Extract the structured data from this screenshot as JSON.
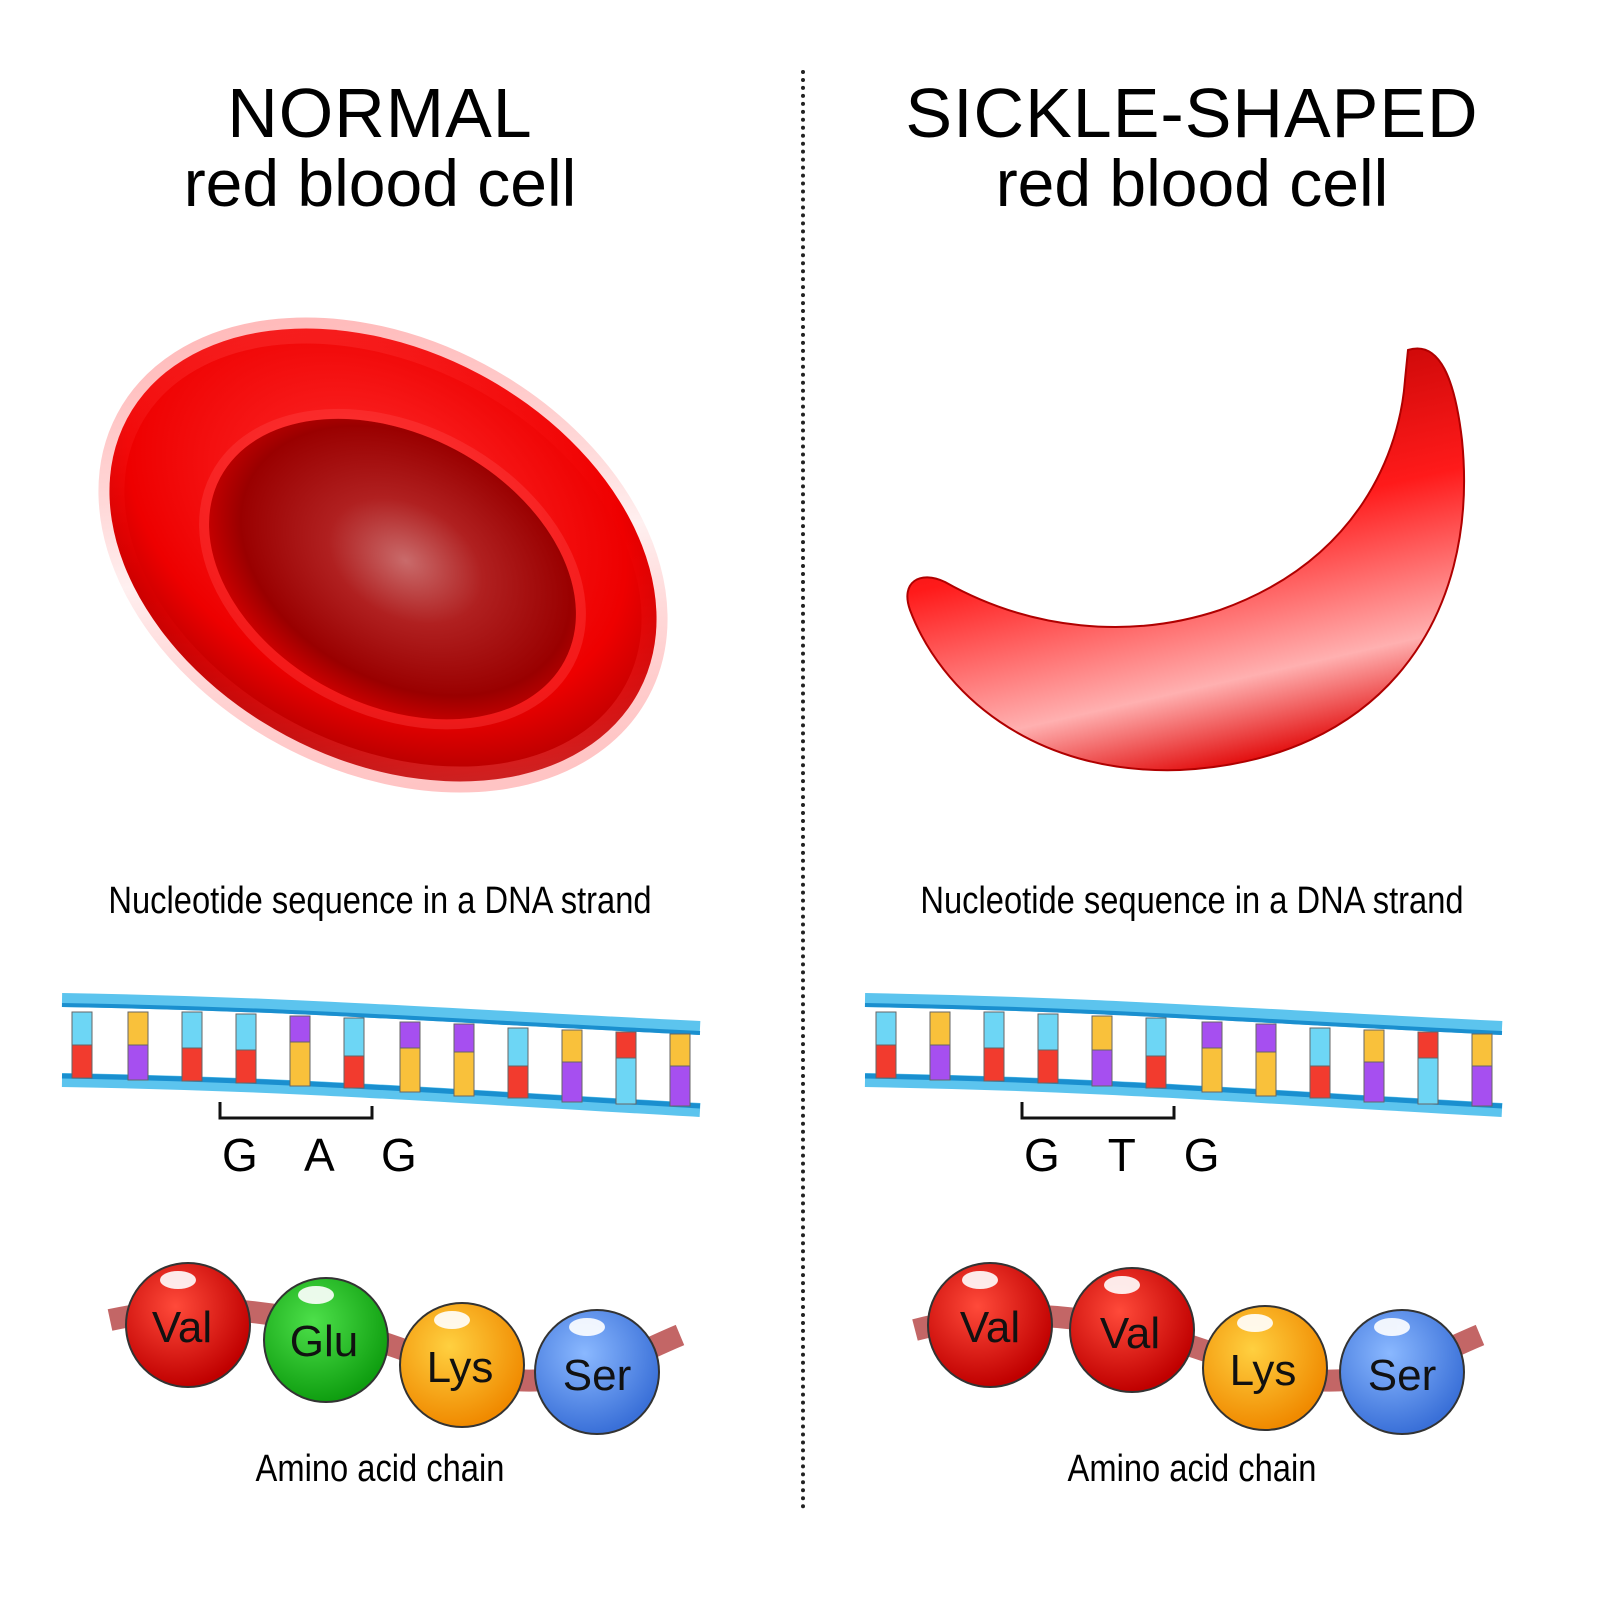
{
  "panels": [
    {
      "id": "normal",
      "title_line1": "NORMAL",
      "title_line2": "red blood cell",
      "cell_shape": "biconcave-disc",
      "dna_caption": "Nucleotide sequence in a DNA strand",
      "codon": "G A G",
      "codon_letters": [
        "G",
        "A",
        "G"
      ],
      "amino_acids": [
        {
          "label": "Val",
          "color": "#e8140f"
        },
        {
          "label": "Glu",
          "color": "#1ec21a"
        },
        {
          "label": "Lys",
          "color": "#f7a10d"
        },
        {
          "label": "Ser",
          "color": "#5a8ee6"
        }
      ],
      "amino_caption": "Amino acid chain"
    },
    {
      "id": "sickle",
      "title_line1": "SICKLE-SHAPED",
      "title_line2": "red blood cell",
      "cell_shape": "crescent",
      "dna_caption": "Nucleotide sequence in a DNA strand",
      "codon": "G T G",
      "codon_letters": [
        "G",
        "T",
        "G"
      ],
      "amino_acids": [
        {
          "label": "Val",
          "color": "#e8140f"
        },
        {
          "label": "Val",
          "color": "#e8140f"
        },
        {
          "label": "Lys",
          "color": "#f7a10d"
        },
        {
          "label": "Ser",
          "color": "#5a8ee6"
        }
      ],
      "amino_caption": "Amino acid chain"
    }
  ],
  "colors": {
    "cell_red": "#e60000",
    "dna_backbone": "#5cc4ee",
    "base_cyan": "#6dd6f5",
    "base_red": "#f23b2e",
    "base_yellow": "#f9c13b",
    "base_purple": "#a64ff0",
    "chain_ribbon": "#b94b4b"
  }
}
